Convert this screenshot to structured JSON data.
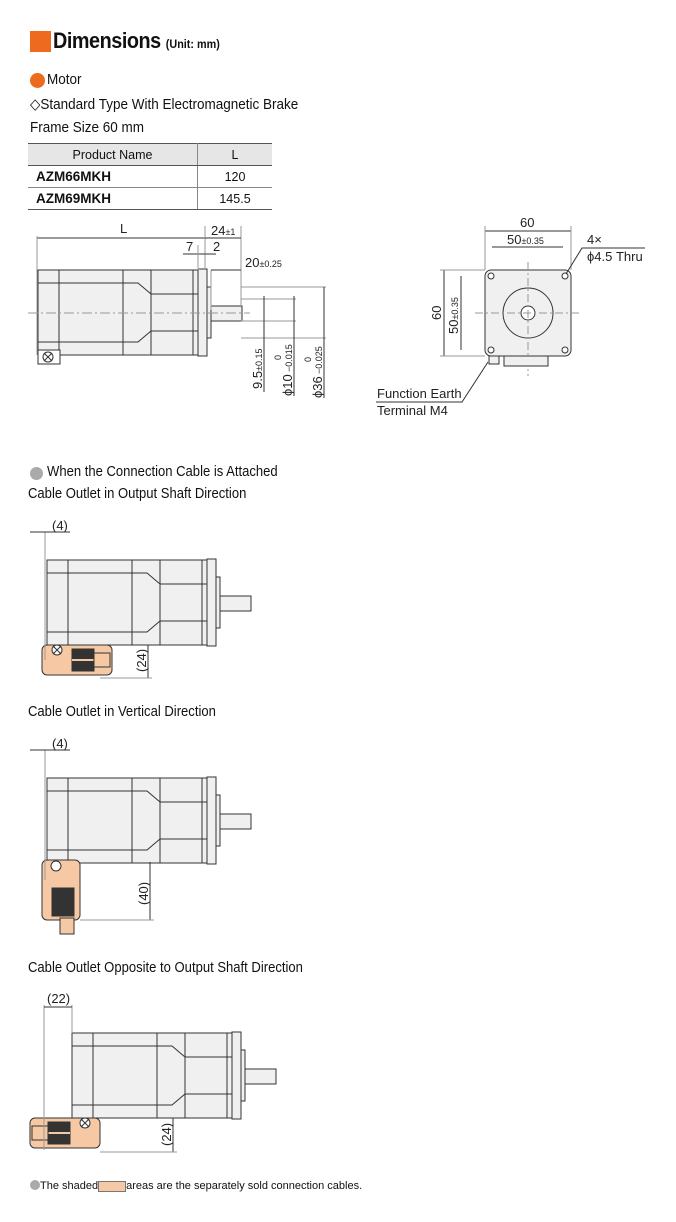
{
  "header": {
    "title": "Dimensions",
    "unit": "(Unit: mm)"
  },
  "section_motor": {
    "label": "Motor",
    "type_label": "Standard Type With Electromagnetic Brake",
    "frame_size": "Frame Size 60 mm"
  },
  "table": {
    "headers": [
      "Product Name",
      "L"
    ],
    "rows": [
      {
        "product": "AZM66MKH",
        "L": "120"
      },
      {
        "product": "AZM69MKH",
        "L": "145.5"
      }
    ]
  },
  "side_view": {
    "L": "L",
    "d24": "24",
    "d24_tol": "±1",
    "d7": "7",
    "d2": "2",
    "d20": "20",
    "d20_tol": "±0.25",
    "d9_5": "9.5",
    "d9_5_tol": "±0.15",
    "d10": "ϕ10",
    "d10_tol_upper": "0",
    "d10_tol_lower": "−0.015",
    "d36": "ϕ36",
    "d36_tol_upper": "0",
    "d36_tol_lower": "−0.025"
  },
  "front_view": {
    "w60": "60",
    "w50": "50",
    "w50_tol": "±0.35",
    "h60": "60",
    "h50": "50",
    "h50_tol": "±0.35",
    "holes_count": "4×",
    "holes_desc": "ϕ4.5 Thru",
    "earth_line1": "Function Earth",
    "earth_line2": "Terminal M4"
  },
  "section_cable": {
    "label": "When the Connection Cable is Attached",
    "views": [
      {
        "title": "Cable Outlet in Output Shaft Direction",
        "dim_top": "(4)",
        "dim_side": "(24)"
      },
      {
        "title": "Cable Outlet in Vertical Direction",
        "dim_top": "(4)",
        "dim_side": "(40)"
      },
      {
        "title": "Cable Outlet Opposite to Output Shaft Direction",
        "dim_top": "(22)",
        "dim_side": "(24)"
      }
    ]
  },
  "footnote": {
    "before": "The shaded",
    "after": "areas are the separately sold connection cables."
  },
  "colors": {
    "accent": "#ee6a1e",
    "cable_shade": "#f6c9a4",
    "motor_fill": "#f0f0f0"
  }
}
